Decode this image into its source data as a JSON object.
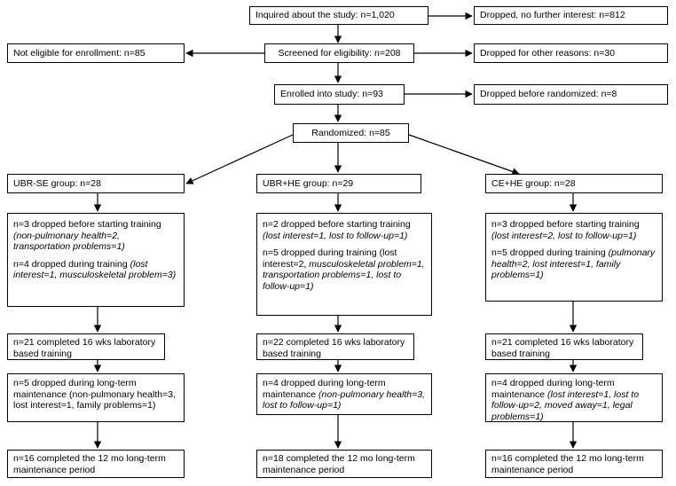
{
  "top": {
    "inquired": "Inquired about the study: n=1,020",
    "dropped_no_interest": "Dropped, no further interest: n=812",
    "not_eligible": "Not eligible for enrollment: n=85",
    "screened": "Screened for eligibility: n=208",
    "dropped_other": "Dropped for other reasons: n=30",
    "enrolled": "Enrolled into study: n=93",
    "dropped_before_randomized": "Dropped before randomized: n=8",
    "randomized": "Randomized: n=85"
  },
  "groups": [
    {
      "name": "UBR-SE group: n=28",
      "dropped_before_lead": "n=3 dropped before starting training ",
      "dropped_before_reasons": "(non-pulmonary health=2, transportation problems=1)",
      "dropped_during_lead": "n=4 dropped during training ",
      "dropped_during_reasons": "(lost interest=1, musculoskeletal problem=3)",
      "completed_training": "n=21 completed 16 wks laboratory based training",
      "maintenance_dropped_lead": "n=5 dropped during long-term maintenance (non-pulmonary health=3, lost interest=1, family problems=1)",
      "maintenance_dropped_reasons": "",
      "completed_maintenance": "n=16 completed the 12 mo long-term maintenance period"
    },
    {
      "name": "UBR+HE group: n=29",
      "dropped_before_lead": "n=2 dropped before starting training ",
      "dropped_before_reasons": "(lost interest=1, lost to follow-up=1)",
      "dropped_during_lead": "n=5 dropped during training (lost interest=2, ",
      "dropped_during_reasons": "musculoskeletal problem=1, transportation problems=1, lost to follow-up=1)",
      "completed_training": "n=22 completed 16 wks laboratory based training",
      "maintenance_dropped_lead": "n=4 dropped during long-term maintenance ",
      "maintenance_dropped_reasons": "(non-pulmonary health=3, lost to follow-up=1)",
      "completed_maintenance": "n=18 completed the 12 mo long-term maintenance period"
    },
    {
      "name": "CE+HE group: n=28",
      "dropped_before_lead": "n=3 dropped before starting training ",
      "dropped_before_reasons": "(lost interest=2, lost to follow-up=1)",
      "dropped_during_lead": "n=5 dropped during training ",
      "dropped_during_reasons": "(pulmonary health=2, lost interest=1, family problems=1)",
      "completed_training": "n=21 completed 16 wks laboratory based training",
      "maintenance_dropped_lead": "n=4 dropped during long-term maintenance ",
      "maintenance_dropped_reasons": "(lost interest=1, lost to follow-up=2, moved away=1, legal problems=1)",
      "completed_maintenance": "n=16 completed the 12 mo long-term maintenance period"
    }
  ]
}
